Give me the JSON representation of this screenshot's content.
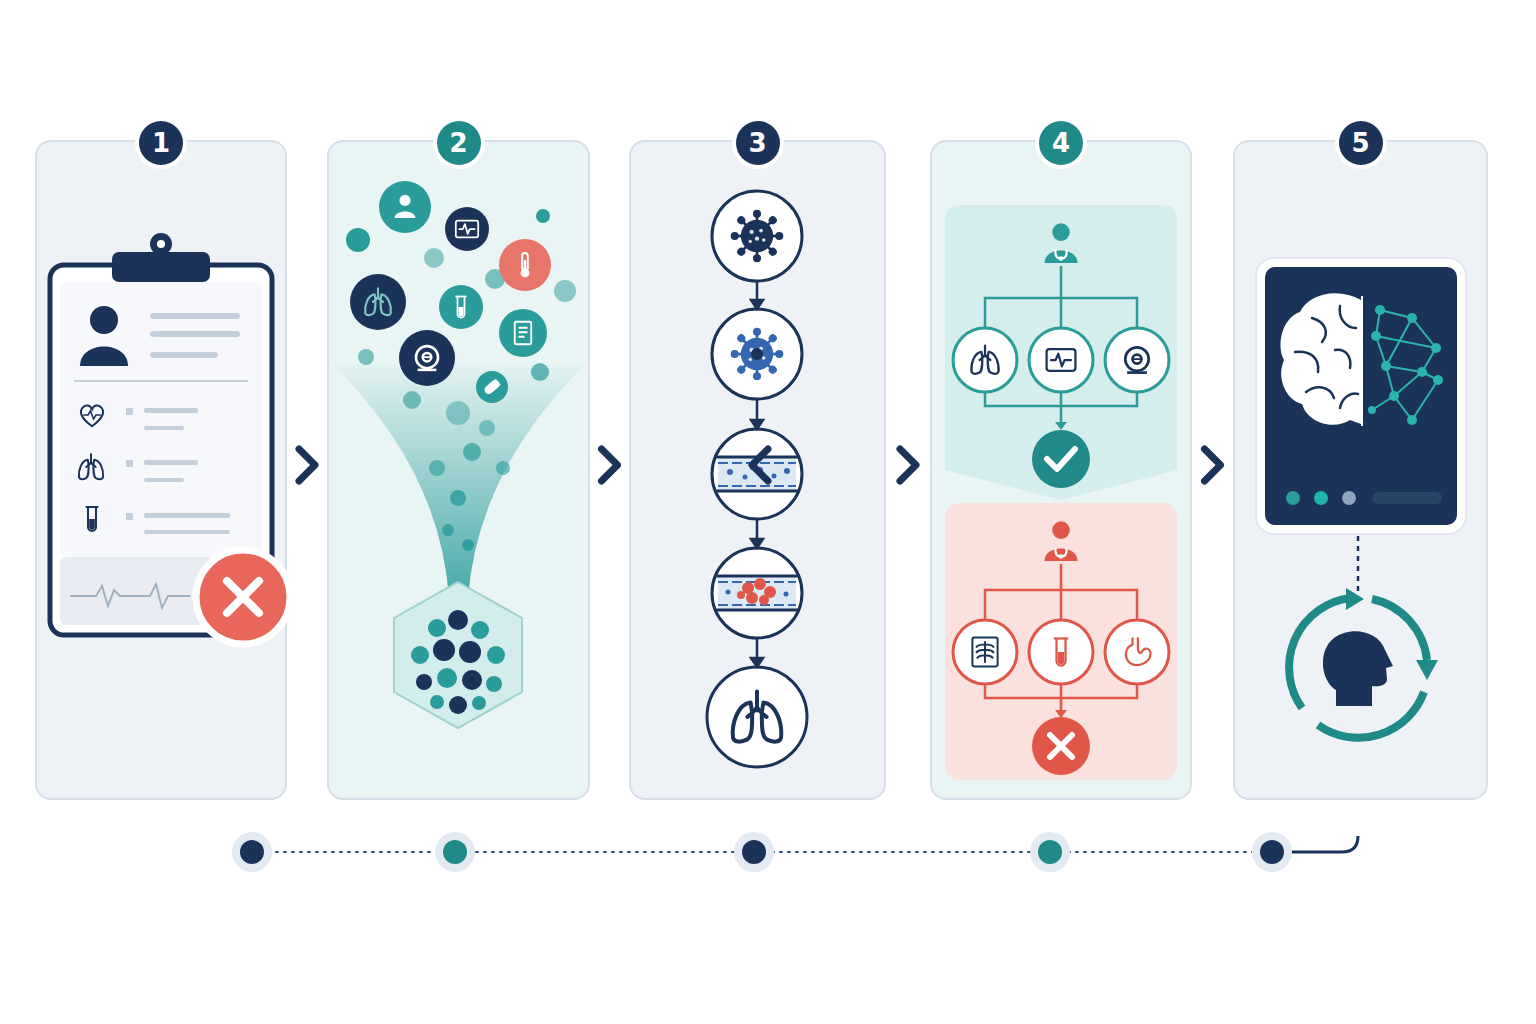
{
  "diagram": {
    "nodes": [
      {
        "text": [
          "1"
        ]
      },
      {
        "text": [
          "2"
        ]
      },
      {
        "text": [
          "3"
        ]
      },
      {
        "text": [
          "4"
        ]
      },
      {
        "text": [
          "5"
        ]
      }
    ],
    "edges": [
      {
        "from": 0,
        "to": 1,
        "arrow": "to"
      },
      {
        "from": 1,
        "to": 2,
        "arrow": "to"
      },
      {
        "from": 2,
        "to": 3,
        "arrow": "to"
      },
      {
        "from": 3,
        "to": 4,
        "arrow": "to"
      },
      {
        "from": 4,
        "to": 0,
        "arrow": "to"
      }
    ]
  }
}
